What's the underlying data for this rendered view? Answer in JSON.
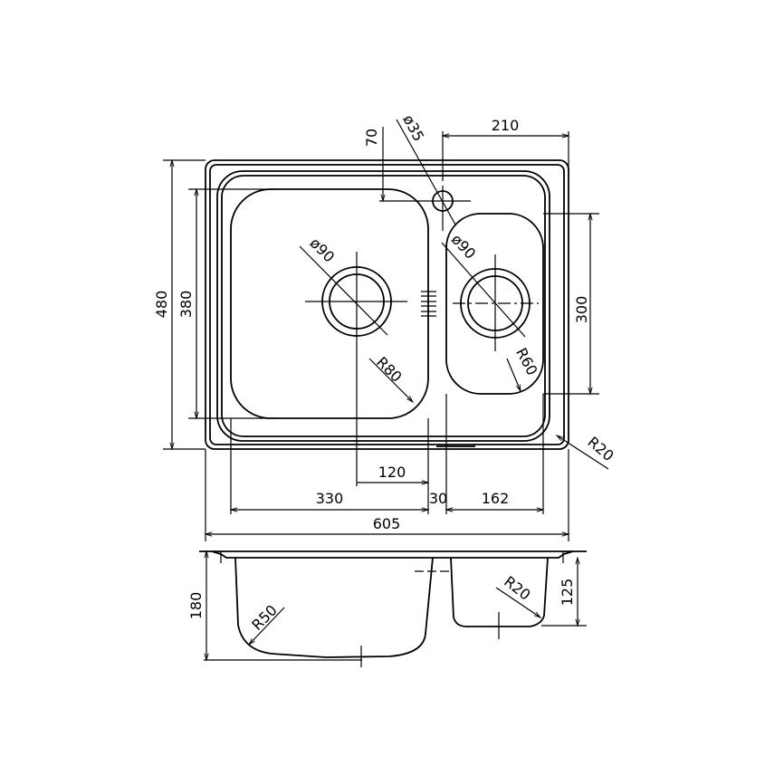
{
  "drawing": {
    "dimensions": {
      "overall_depth": "480",
      "bowl_depth_large": "380",
      "bowl_depth_small": "300",
      "tap_offset": "70",
      "tap_hole": "ø35",
      "tap_to_edge": "210",
      "drain_large": "ø90",
      "drain_small": "ø90",
      "radius_large_bowl": "R80",
      "radius_small_bowl": "R60",
      "radius_corner": "R20",
      "drain_to_divider": "120",
      "width_large_bowl": "330",
      "divider": "30",
      "width_small_bowl": "162",
      "overall_width": "605",
      "height_large_bowl": "180",
      "height_small_bowl": "125",
      "radius_side_large": "R50",
      "radius_side_small": "R20"
    },
    "line_color": "#000000",
    "background": "#ffffff"
  }
}
